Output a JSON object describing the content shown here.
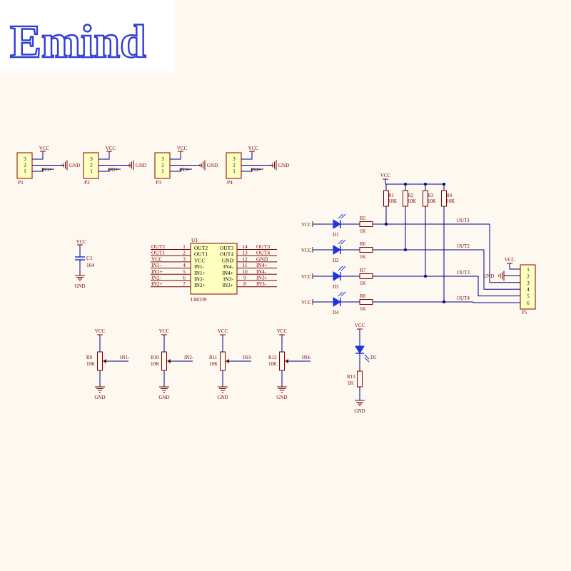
{
  "logo": {
    "text": "Emind"
  },
  "colors": {
    "wire": "#00008b",
    "label": "#7a0000",
    "body": "#ffffc0",
    "body_edge": "#8b0000",
    "led": "#2233dd",
    "bg": "#fdf9f0"
  },
  "power": {
    "vcc": "VCC",
    "gnd": "GND"
  },
  "headers": [
    {
      "ref": "P1",
      "pins": [
        "3",
        "2",
        "1"
      ],
      "net": "IN1+",
      "vcc": "VCC",
      "gnd": "GND"
    },
    {
      "ref": "P2",
      "pins": [
        "3",
        "2",
        "1"
      ],
      "net": "IN2+",
      "vcc": "VCC",
      "gnd": "GND"
    },
    {
      "ref": "P3",
      "pins": [
        "3",
        "2",
        "1"
      ],
      "net": "IN3+",
      "vcc": "VCC",
      "gnd": "GND"
    },
    {
      "ref": "P4",
      "pins": [
        "3",
        "2",
        "1"
      ],
      "net": "IN4+",
      "vcc": "VCC",
      "gnd": "GND"
    }
  ],
  "capacitor": {
    "ref": "C1",
    "value": "104",
    "vcc": "VCC",
    "gnd": "GND"
  },
  "ic": {
    "ref": "U1",
    "part": "LM339",
    "left": [
      {
        "net": "OUT2",
        "pin": "1",
        "label": "OUT2"
      },
      {
        "net": "OUT1",
        "pin": "2",
        "label": "OUT1"
      },
      {
        "net": "VCC",
        "pin": "3",
        "label": "VCC"
      },
      {
        "net": "IN1-",
        "pin": "4",
        "label": "IN1-"
      },
      {
        "net": "IN1+",
        "pin": "5",
        "label": "IN1+"
      },
      {
        "net": "IN2-",
        "pin": "6",
        "label": "IN2-"
      },
      {
        "net": "IN2+",
        "pin": "7",
        "label": "IN2+"
      }
    ],
    "right": [
      {
        "net": "OUT3",
        "pin": "14",
        "label": "OUT3"
      },
      {
        "net": "OUT4",
        "pin": "13",
        "label": "OUT4"
      },
      {
        "net": "GND",
        "pin": "12",
        "label": "GND"
      },
      {
        "net": "IN4+",
        "pin": "11",
        "label": "IN4-"
      },
      {
        "net": "IN4-",
        "pin": "10",
        "label": "IN4+"
      },
      {
        "net": "IN3+",
        "pin": "9",
        "label": "IN3-"
      },
      {
        "net": "IN3-",
        "pin": "8",
        "label": "IN3+"
      }
    ]
  },
  "leds": [
    {
      "ref": "D1",
      "res": "R5",
      "value": "1K",
      "vcc": "VCC",
      "net": "OUT1"
    },
    {
      "ref": "D2",
      "res": "R6",
      "value": "1K",
      "vcc": "VCC",
      "net": "OUT2"
    },
    {
      "ref": "D3",
      "res": "R7",
      "value": "1K",
      "vcc": "VCC",
      "net": "OUT3"
    },
    {
      "ref": "D4",
      "res": "R8",
      "value": "1K",
      "vcc": "VCC",
      "net": "OUT4"
    }
  ],
  "pullups": {
    "vcc": "VCC",
    "resistors": [
      {
        "ref": "R1",
        "value": "10K"
      },
      {
        "ref": "R2",
        "value": "10K"
      },
      {
        "ref": "R3",
        "value": "10K"
      },
      {
        "ref": "R4",
        "value": "10K"
      }
    ]
  },
  "connector": {
    "ref": "P5",
    "pins": [
      "1",
      "2",
      "3",
      "4",
      "5",
      "6"
    ],
    "vcc": "VCC",
    "gnd": "GND"
  },
  "pots": [
    {
      "ref": "R9",
      "value": "10K",
      "net": "IN1-",
      "vcc": "VCC",
      "gnd": "GND"
    },
    {
      "ref": "R10",
      "value": "10K",
      "net": "IN2-",
      "vcc": "VCC",
      "gnd": "GND"
    },
    {
      "ref": "R11",
      "value": "10K",
      "net": "IN3-",
      "vcc": "VCC",
      "gnd": "GND"
    },
    {
      "ref": "R12",
      "value": "10K",
      "net": "IN4-",
      "vcc": "VCC",
      "gnd": "GND"
    }
  ],
  "power_led": {
    "ref": "D5",
    "res": "R13",
    "value": "1K",
    "vcc": "VCC",
    "gnd": "GND"
  }
}
